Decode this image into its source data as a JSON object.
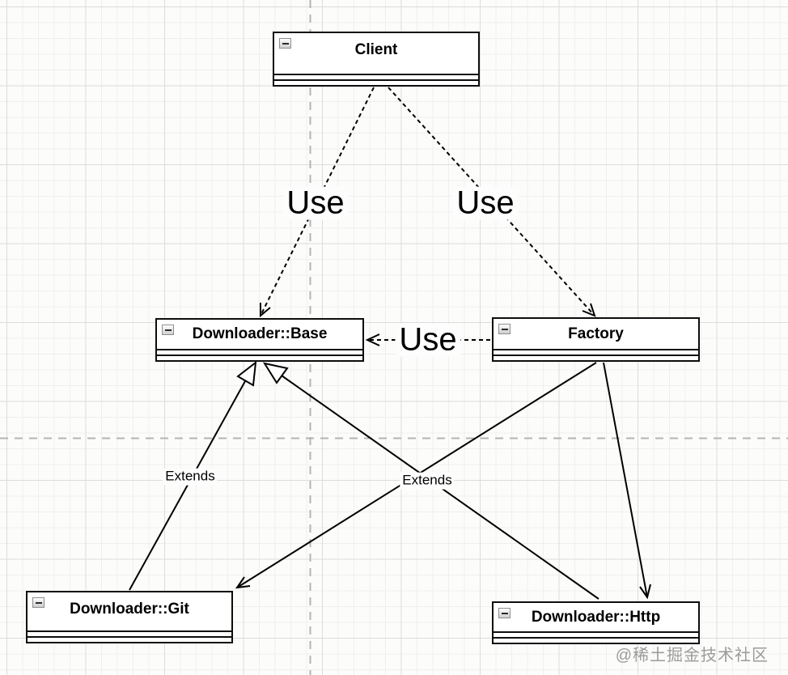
{
  "diagram": {
    "nodes": {
      "client": {
        "title": "Client"
      },
      "base": {
        "title": "Downloader::Base"
      },
      "factory": {
        "title": "Factory"
      },
      "git": {
        "title": "Downloader::Git"
      },
      "http": {
        "title": "Downloader::Http"
      }
    },
    "edges": [
      {
        "from": "Client",
        "to": "Downloader::Base",
        "relation": "use",
        "style": "dashed-open-arrow",
        "label": "Use"
      },
      {
        "from": "Client",
        "to": "Factory",
        "relation": "use",
        "style": "dashed-open-arrow",
        "label": "Use"
      },
      {
        "from": "Factory",
        "to": "Downloader::Base",
        "relation": "use",
        "style": "dashed-open-arrow",
        "label": "Use"
      },
      {
        "from": "Downloader::Git",
        "to": "Downloader::Base",
        "relation": "extends",
        "style": "solid-hollow-triangle",
        "label": "Extends"
      },
      {
        "from": "Downloader::Http",
        "to": "Downloader::Base",
        "relation": "extends",
        "style": "solid-hollow-triangle",
        "label": "Extends"
      },
      {
        "from": "Factory",
        "to": "Downloader::Git",
        "relation": "creates",
        "style": "solid-open-arrow",
        "label": ""
      },
      {
        "from": "Factory",
        "to": "Downloader::Http",
        "relation": "creates",
        "style": "solid-open-arrow",
        "label": ""
      }
    ]
  },
  "watermark": "@稀土掘金技术社区",
  "colors": {
    "edge_stroke": "#000000",
    "box_fill": "#ffffff",
    "box_border": "#0d0d0d",
    "guide_dash": "#b4b4b4",
    "watermark_text": "#9b9b9b"
  }
}
